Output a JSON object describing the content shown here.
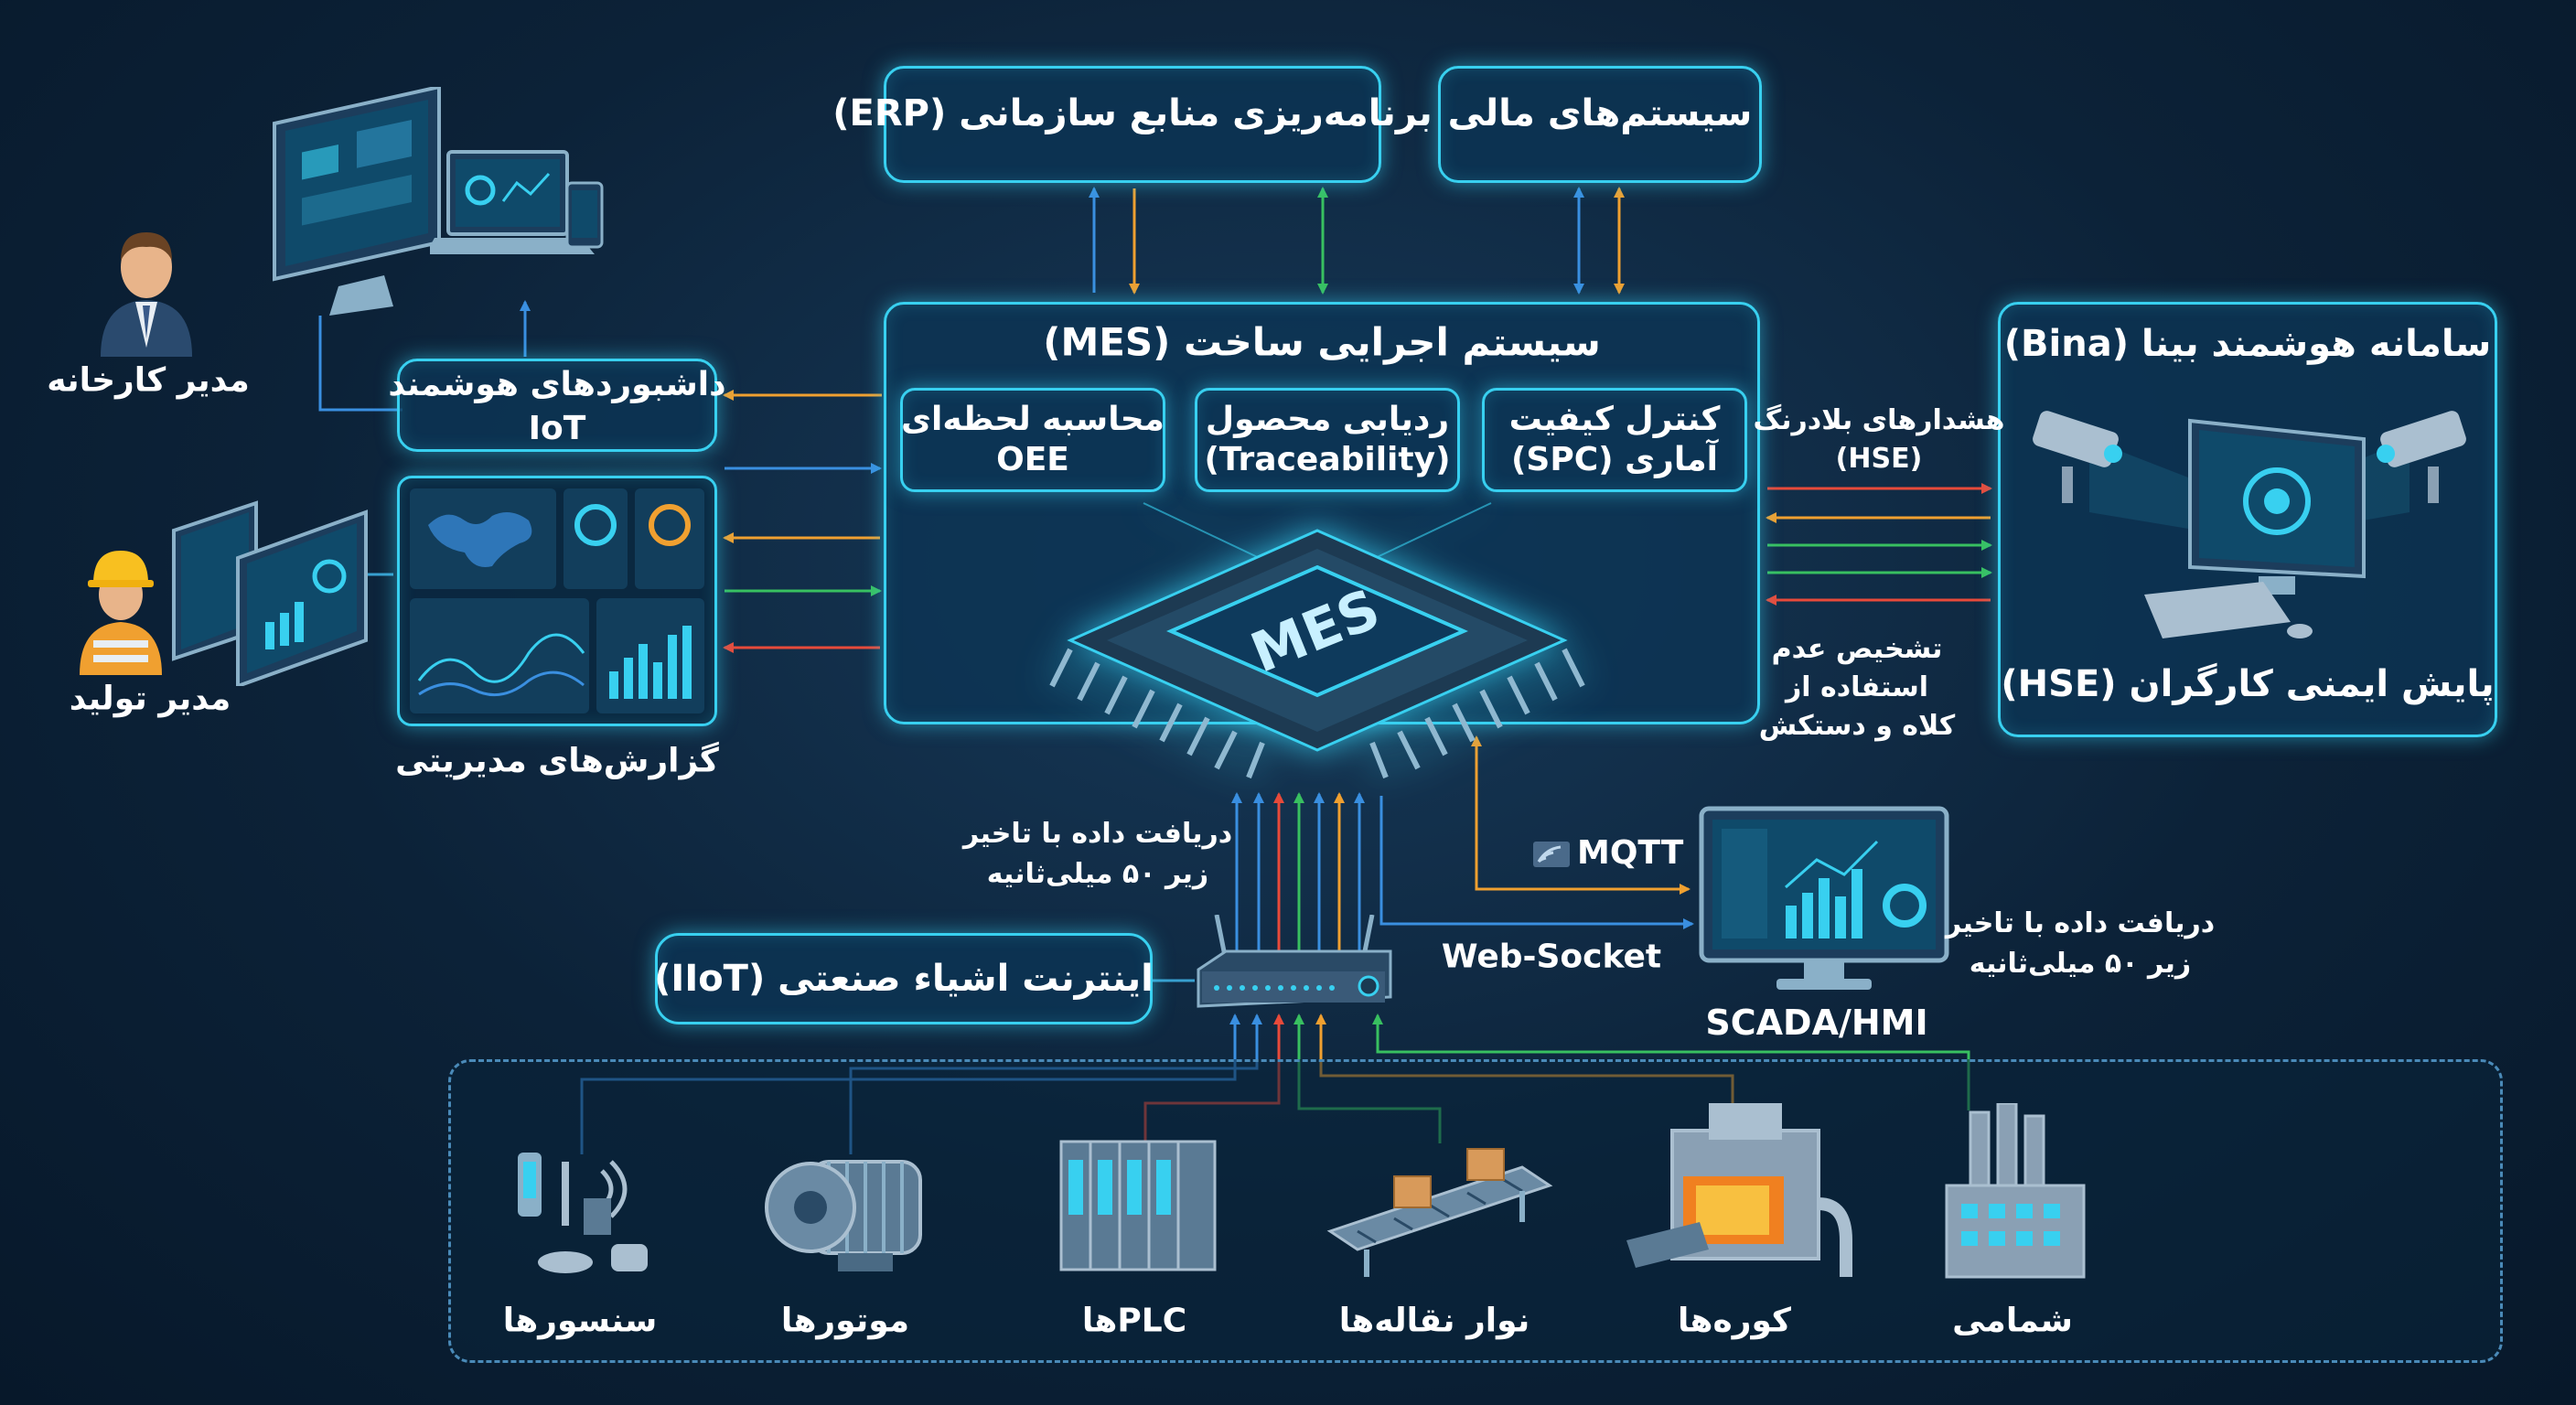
{
  "top": {
    "erp": "برنامه‌ریزی منابع سازمانی (ERP)",
    "finance": "سیستم‌های مالی"
  },
  "mes": {
    "title": "سیستم اجرایی ساخت (MES)",
    "chip_label": "MES",
    "modules": [
      {
        "line1": "محاسبه لحظه‌ای",
        "line2": "OEE"
      },
      {
        "line1": "ردیابی محصول",
        "line2": "(Traceability)"
      },
      {
        "line1": "کنترل کیفیت",
        "line2": "آماری (SPC)"
      }
    ]
  },
  "left": {
    "factory_manager": "مدیر کارخانه",
    "production_manager": "مدیر تولید",
    "iot_dashboard": {
      "line1": "داشبوردهای هوشمند",
      "line2": "IoT"
    },
    "reports": "گزارش‌های مدیریتی"
  },
  "bina": {
    "title": "سامانه هوشمند بینا (Bina)",
    "subtitle": "پایش ایمنی کارگران (HSE)",
    "alerts": {
      "line1": "هشدارهای بلادرنگ",
      "line2": "(HSE)"
    },
    "detection": {
      "line1": "تشخیص عدم",
      "line2": "استفاده از",
      "line3": "کلاه و دستکش"
    }
  },
  "middle": {
    "latency_left": {
      "line1": "دریافت داده با تاخیر",
      "line2": "زیر ۵۰ میلی‌ثانیه"
    },
    "latency_right": {
      "line1": "دریافت داده با تاخیر",
      "line2": "زیر ۵۰ میلی‌ثانیه"
    },
    "mqtt": "MQTT",
    "websocket": "Web-Socket",
    "scada": "SCADA/HMI",
    "iiot": "اینترنت اشیاء صنعتی (IIoT)"
  },
  "devices": [
    "سنسورها",
    "موتورها",
    "PLCها",
    "نوار نقاله‌ها",
    "کوره‌ها",
    "شمامی"
  ],
  "colors": {
    "accent": "#38d0f0",
    "panel": "#0c3454",
    "blue": "#3a8fe0",
    "orange": "#f0a030",
    "green": "#38c060",
    "red": "#e84a3a"
  }
}
